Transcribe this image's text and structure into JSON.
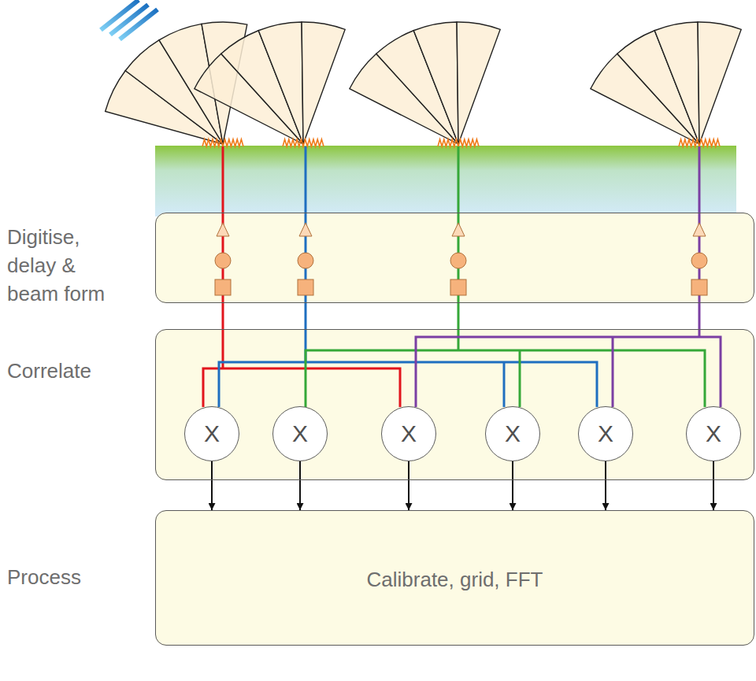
{
  "diagram": {
    "nodes": [
      {
        "text": [
          "Digitise, delay & beam form"
        ]
      },
      {
        "text": [
          "Correlate"
        ]
      },
      {
        "text": [
          "X"
        ],
        "in": 1
      },
      {
        "text": [
          "X"
        ],
        "in": 1
      },
      {
        "text": [
          "X"
        ],
        "in": 1
      },
      {
        "text": [
          "X"
        ],
        "in": 1
      },
      {
        "text": [
          "X"
        ],
        "in": 1
      },
      {
        "text": [
          "X"
        ],
        "in": 1
      },
      {
        "text": [
          "Process",
          "Calibrate, grid, FFT"
        ]
      }
    ],
    "edges": [
      {
        "from": 2,
        "to": 8,
        "arrow": "to"
      },
      {
        "from": 3,
        "to": 8,
        "arrow": "to"
      },
      {
        "from": 4,
        "to": 8,
        "arrow": "to"
      },
      {
        "from": 5,
        "to": 8,
        "arrow": "to"
      },
      {
        "from": 6,
        "to": 8,
        "arrow": "to"
      },
      {
        "from": 7,
        "to": 8,
        "arrow": "to"
      }
    ]
  }
}
